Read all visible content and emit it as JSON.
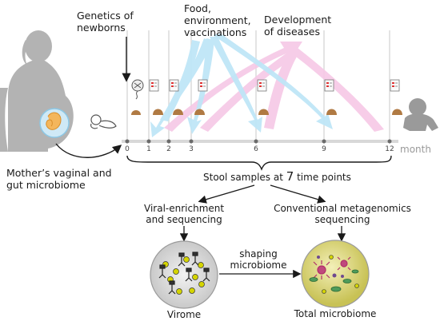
{
  "labels": {
    "genetics": "Genetics of\nnewborns",
    "food": "Food,\nenvironment,\nvaccinations",
    "development": "Development\nof diseases",
    "mother": "Mother’s vaginal and\ngut microbiome",
    "stool_prefix": "Stool samples at ",
    "stool_count": "7",
    "stool_suffix": " time points",
    "viral": "Viral-enrichment\nand sequencing",
    "conventional": "Conventional metagenomics\nsequencing",
    "shaping": "shaping\nmicrobiome",
    "virome": "Virome",
    "total": "Total microbiome",
    "month": "month"
  },
  "timeline": {
    "ticks": [
      "0",
      "1",
      "2",
      "3",
      "6",
      "9",
      "12"
    ]
  },
  "colors": {
    "blue_flow": "#bfe6f7",
    "pink_flow": "#f6c8e6",
    "stool": "#b07a43",
    "silhouette": "#b3b3b3",
    "virome_bg": "#dcdcdc",
    "total_bg": "#e5e08a"
  }
}
